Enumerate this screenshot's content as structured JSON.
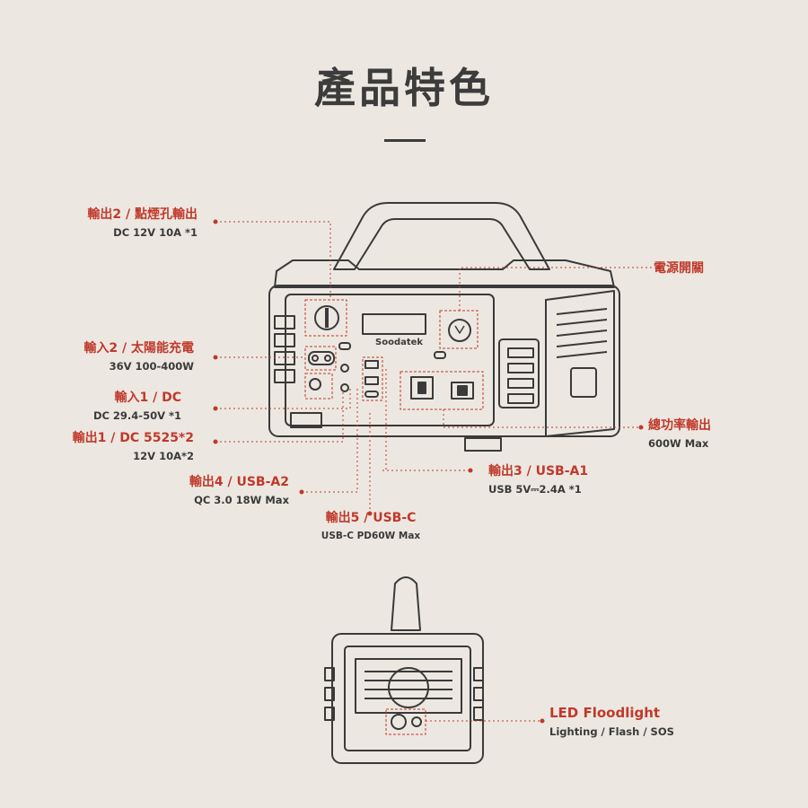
{
  "page_title": "產品特色",
  "brand_logo": "Soodatek",
  "callouts": {
    "output2": {
      "title": "輸出2 / 點煙孔輸出",
      "spec": "DC 12V 10A *1"
    },
    "power_switch": {
      "title": "電源開關"
    },
    "input2": {
      "title": "輸入2 / 太陽能充電",
      "spec": "36V 100-400W"
    },
    "input1_dc": {
      "title": "輸入1 / DC",
      "spec": "DC 29.4-50V *1"
    },
    "input1_5525": {
      "title": "輸出1 / DC 5525*2",
      "spec": "12V 10A*2"
    },
    "total_output": {
      "title": "總功率輸出",
      "spec": "600W Max"
    },
    "output4": {
      "title": "輸出4 / USB-A2",
      "spec": "QC 3.0 18W Max"
    },
    "output3": {
      "title": "輸出3 / USB-A1",
      "spec": "USB 5V⎓2.4A *1"
    },
    "output5": {
      "title": "輸出5 / USB-C",
      "spec": "USB-C PD60W Max"
    },
    "floodlight": {
      "title": "LED Floodlight",
      "spec": "Lighting / Flash / SOS"
    }
  },
  "colors": {
    "accent": "#c0392b",
    "line": "#3a3a3a",
    "background": "#ece8e1"
  }
}
